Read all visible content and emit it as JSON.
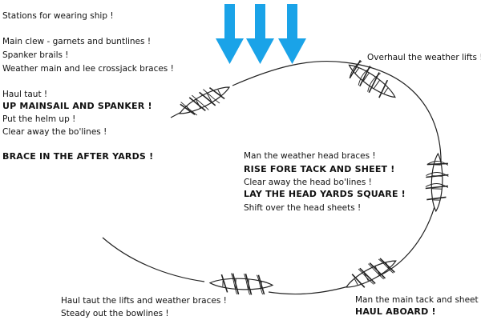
{
  "colors": {
    "wind_arrow": "#1aa3e8",
    "line": "#222222",
    "text": "#111111"
  },
  "icons": {
    "wind": "down-arrow-icon",
    "ship": "sailing-ship-icon"
  },
  "left_block": {
    "stations": "Stations for wearing ship !",
    "clew": "Main clew - garnets and buntlines !",
    "brails": "Spanker brails !",
    "braces": "Weather main and lee crossjack braces !",
    "haul_taut": "Haul taut !",
    "up_mainsail": "UP MAINSAIL AND SPANKER !",
    "helm_up": "Put the helm up !",
    "clear_bolines": "Clear away the bo'lines !",
    "brace_after": "BRACE IN THE AFTER YARDS !"
  },
  "top_right": {
    "overhaul": "Overhaul the weather lifts !"
  },
  "center_block": {
    "man_head_braces": "Man the weather head braces !",
    "rise_fore": "RISE FORE TACK AND SHEET !",
    "clear_head": "Clear away the head bo'lines !",
    "lay_square": "LAY THE HEAD YARDS SQUARE !",
    "shift_sheets": "Shift over the head sheets !"
  },
  "bottom_left": {
    "haul_lifts": "Haul taut the lifts and weather braces !",
    "steady": "Steady out the bowlines !"
  },
  "bottom_right": {
    "man_main_tack": "Man the main tack and sheet !",
    "haul_aboard": "HAUL ABOARD !"
  }
}
